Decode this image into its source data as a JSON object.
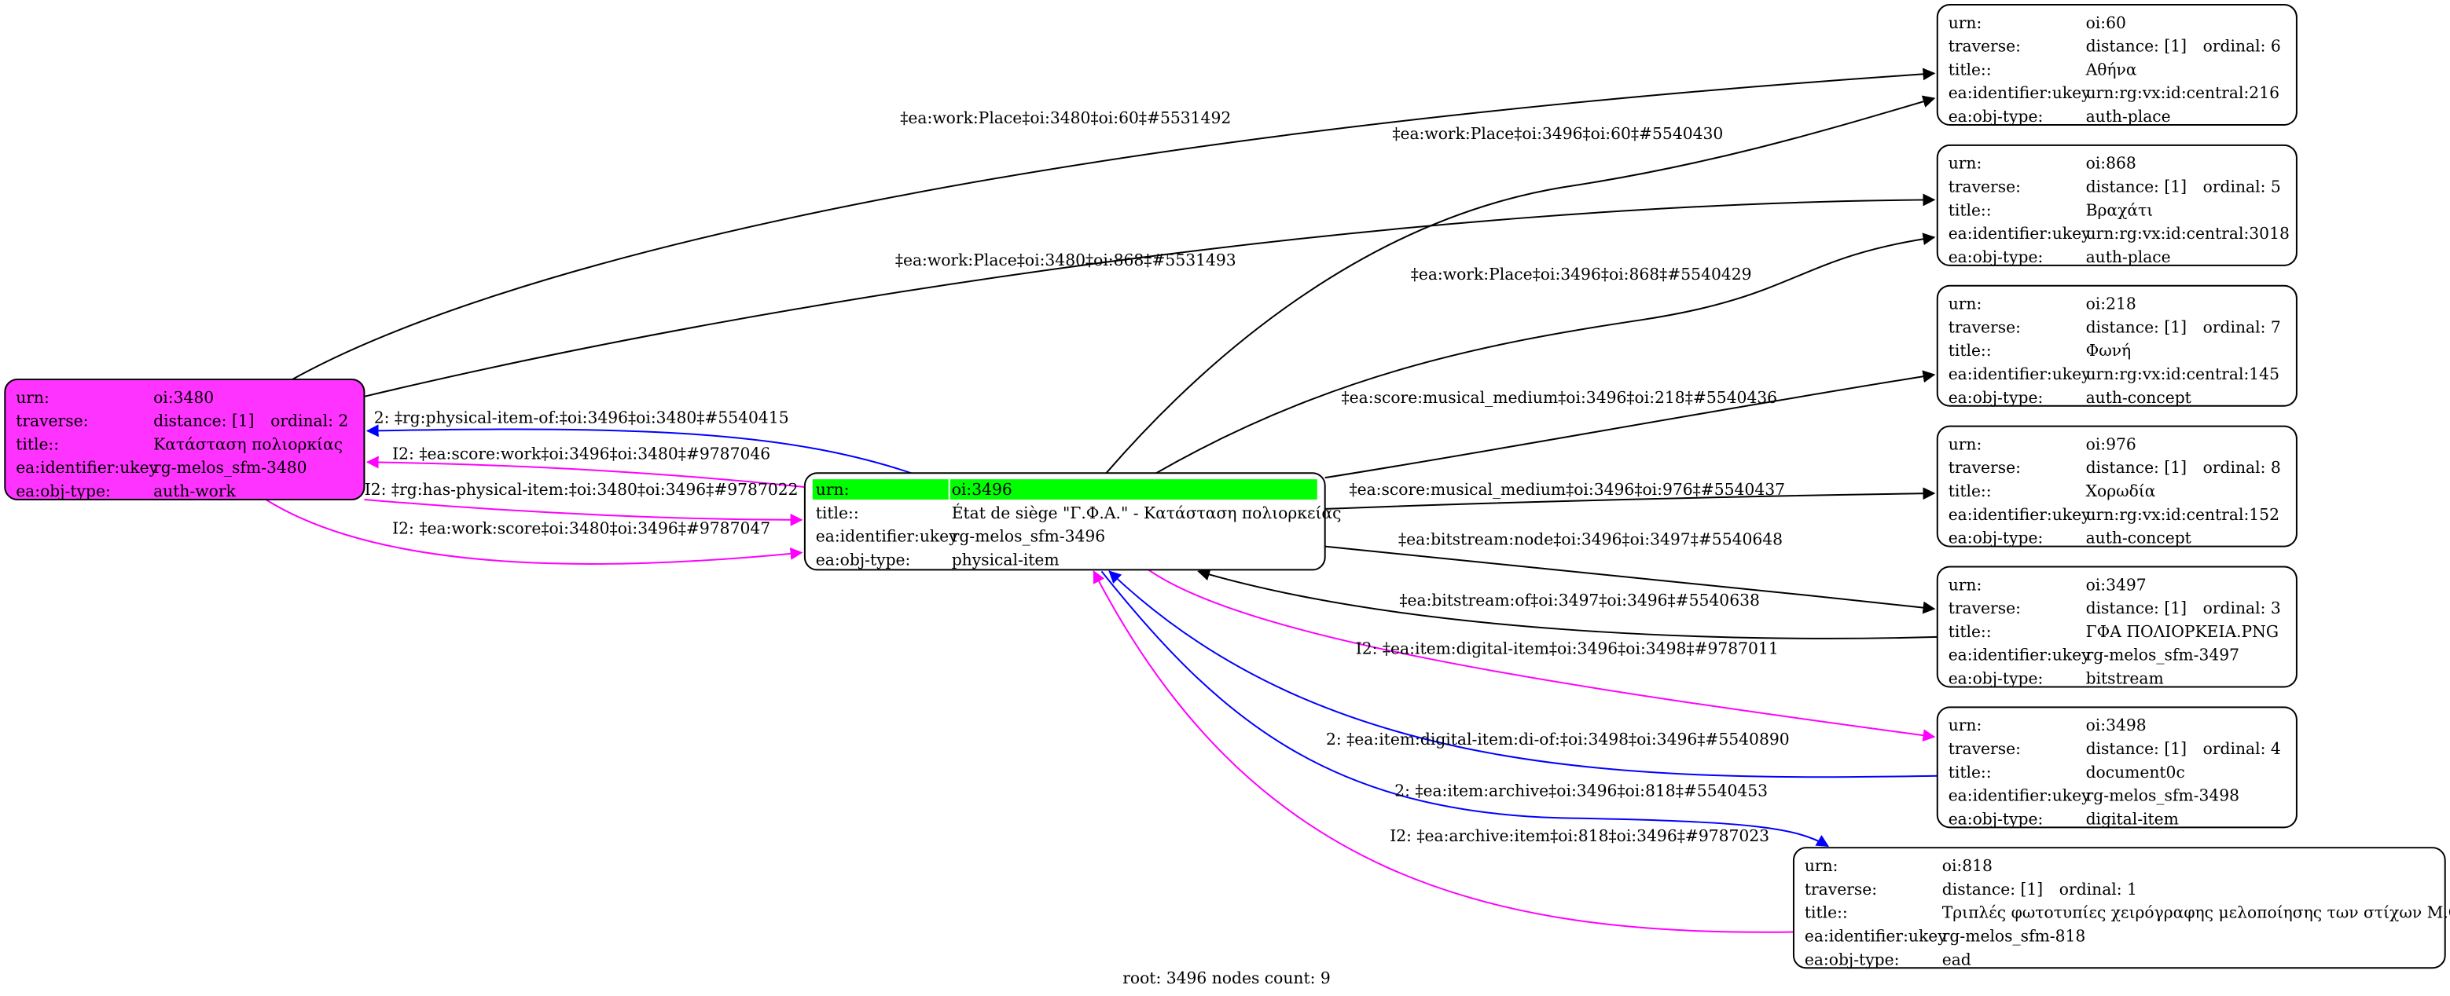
{
  "colors": {
    "root_highlight": "#00ff00",
    "work_node": "#ff33ff",
    "edge_black": "#000000",
    "edge_blue": "#0000ff",
    "edge_magenta": "#ff00ff"
  },
  "nodes": [
    {
      "id": "n60",
      "rows": [
        [
          "urn:",
          "oi:60"
        ],
        [
          "traverse:",
          "distance: [1]",
          "ordinal: 6"
        ],
        [
          "title::",
          "Αθήνα"
        ],
        [
          "ea:identifier:ukey",
          "urn:rg:vx:id:central:216"
        ],
        [
          "ea:obj-type:",
          "auth-place"
        ]
      ]
    },
    {
      "id": "n868",
      "rows": [
        [
          "urn:",
          "oi:868"
        ],
        [
          "traverse:",
          "distance: [1]",
          "ordinal: 5"
        ],
        [
          "title::",
          "Βραχάτι"
        ],
        [
          "ea:identifier:ukey",
          "urn:rg:vx:id:central:3018"
        ],
        [
          "ea:obj-type:",
          "auth-place"
        ]
      ]
    },
    {
      "id": "n218",
      "rows": [
        [
          "urn:",
          "oi:218"
        ],
        [
          "traverse:",
          "distance: [1]",
          "ordinal: 7"
        ],
        [
          "title::",
          "Φωνή"
        ],
        [
          "ea:identifier:ukey",
          "urn:rg:vx:id:central:145"
        ],
        [
          "ea:obj-type:",
          "auth-concept"
        ]
      ]
    },
    {
      "id": "n976",
      "rows": [
        [
          "urn:",
          "oi:976"
        ],
        [
          "traverse:",
          "distance: [1]",
          "ordinal: 8"
        ],
        [
          "title::",
          "Χορωδία"
        ],
        [
          "ea:identifier:ukey",
          "urn:rg:vx:id:central:152"
        ],
        [
          "ea:obj-type:",
          "auth-concept"
        ]
      ]
    },
    {
      "id": "n3497",
      "rows": [
        [
          "urn:",
          "oi:3497"
        ],
        [
          "traverse:",
          "distance: [1]",
          "ordinal: 3"
        ],
        [
          "title::",
          "ΓΦΑ ΠΟΛΙΟΡΚΕΙΑ.PNG"
        ],
        [
          "ea:identifier:ukey",
          "rg-melos_sfm-3497"
        ],
        [
          "ea:obj-type:",
          "bitstream"
        ]
      ]
    },
    {
      "id": "n3498",
      "rows": [
        [
          "urn:",
          "oi:3498"
        ],
        [
          "traverse:",
          "distance: [1]",
          "ordinal: 4"
        ],
        [
          "title::",
          "document0c"
        ],
        [
          "ea:identifier:ukey",
          "rg-melos_sfm-3498"
        ],
        [
          "ea:obj-type:",
          "digital-item"
        ]
      ]
    },
    {
      "id": "n818",
      "rows": [
        [
          "urn:",
          "oi:818"
        ],
        [
          "traverse:",
          "distance: [1]",
          "ordinal: 1"
        ],
        [
          "title::",
          "Τριπλές φωτοτυπίες χειρόγραφης μελοποίησης των στίχων Μ.Θ...."
        ],
        [
          "ea:identifier:ukey",
          "rg-melos_sfm-818"
        ],
        [
          "ea:obj-type:",
          "ead"
        ]
      ]
    },
    {
      "id": "n3480",
      "rows": [
        [
          "urn:",
          "oi:3480"
        ],
        [
          "traverse:",
          "distance: [1]",
          "ordinal: 2"
        ],
        [
          "title::",
          "Κατάσταση πολιορκίας"
        ],
        [
          "ea:identifier:ukey",
          "rg-melos_sfm-3480"
        ],
        [
          "ea:obj-type:",
          "auth-work"
        ]
      ]
    },
    {
      "id": "n3496",
      "rows": [
        [
          "urn:",
          "oi:3496"
        ],
        [
          "title::",
          "État de siège \"Γ.Φ.Α.\" - Κατάσταση πολιορκείας"
        ],
        [
          "ea:identifier:ukey",
          "rg-melos_sfm-3496"
        ],
        [
          "ea:obj-type:",
          "physical-item"
        ]
      ]
    }
  ],
  "edges": [
    "‡ea:work:Place‡oi:3480‡oi:60‡#5531492",
    "‡ea:work:Place‡oi:3480‡oi:868‡#5531493",
    "‡ea:work:Place‡oi:3496‡oi:60‡#5540430",
    "‡ea:work:Place‡oi:3496‡oi:868‡#5540429",
    "‡ea:score:musical_medium‡oi:3496‡oi:218‡#5540436",
    "‡ea:score:musical_medium‡oi:3496‡oi:976‡#5540437",
    "‡ea:bitstream:node‡oi:3496‡oi:3497‡#5540648",
    "‡ea:bitstream:of‡oi:3497‡oi:3496‡#5540638",
    "I2: ‡ea:item:digital-item‡oi:3496‡oi:3498‡#9787011",
    "2: ‡ea:item:digital-item:di-of:‡oi:3498‡oi:3496‡#5540890",
    "2: ‡ea:item:archive‡oi:3496‡oi:818‡#5540453",
    "I2: ‡ea:archive:item‡oi:818‡oi:3496‡#9787023",
    "2: ‡rg:physical-item-of:‡oi:3496‡oi:3480‡#5540415",
    "I2: ‡ea:score:work‡oi:3496‡oi:3480‡#9787046",
    "I2: ‡rg:has-physical-item:‡oi:3480‡oi:3496‡#9787022",
    "I2: ‡ea:work:score‡oi:3480‡oi:3496‡#9787047"
  ],
  "footer": "root: 3496 nodes count: 9"
}
